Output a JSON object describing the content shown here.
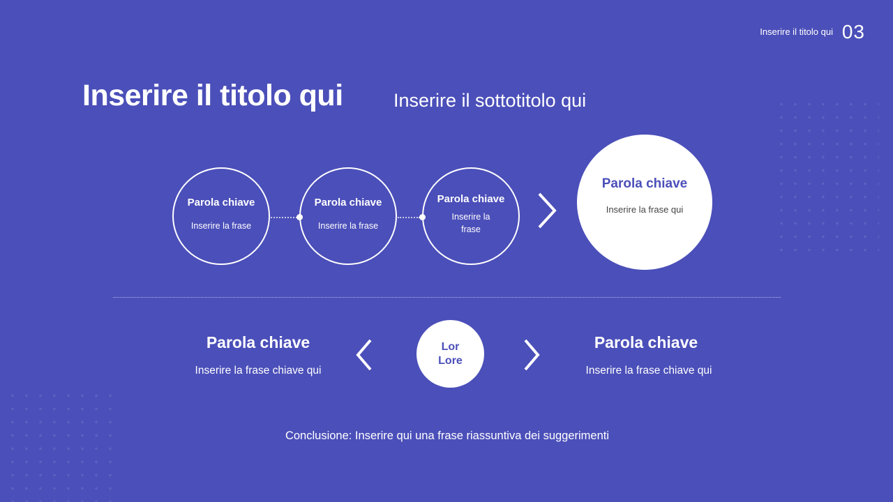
{
  "header": {
    "title": "Inserire il titolo qui",
    "page_number": "03"
  },
  "slide": {
    "title": "Inserire il titolo qui",
    "subtitle": "Inserire il sottotitolo qui"
  },
  "steps": [
    {
      "keyword": "Parola chiave",
      "phrase": "Inserire la frase"
    },
    {
      "keyword": "Parola chiave",
      "phrase": "Inserire la frase"
    },
    {
      "keyword": "Parola chiave",
      "phrase": "Inserire la frase"
    }
  ],
  "highlight": {
    "keyword": "Parola chiave",
    "phrase": "Inserire la frase qui"
  },
  "icons": {
    "arrow_right": "❯",
    "chevron_left": "〈",
    "chevron_right": "〉"
  },
  "bottom": {
    "left": {
      "keyword": "Parola chiave",
      "phrase": "Inserire la frase chiave qui"
    },
    "center": {
      "label": "Lor Lore"
    },
    "right": {
      "keyword": "Parola chiave",
      "phrase": "Inserire la frase chiave qui"
    }
  },
  "conclusion": "Conclusione: Inserire qui una frase riassuntiva dei suggerimenti",
  "colors": {
    "background": "#4B4FB9",
    "accent": "#4B4FB9",
    "text": "#FFFFFF"
  }
}
